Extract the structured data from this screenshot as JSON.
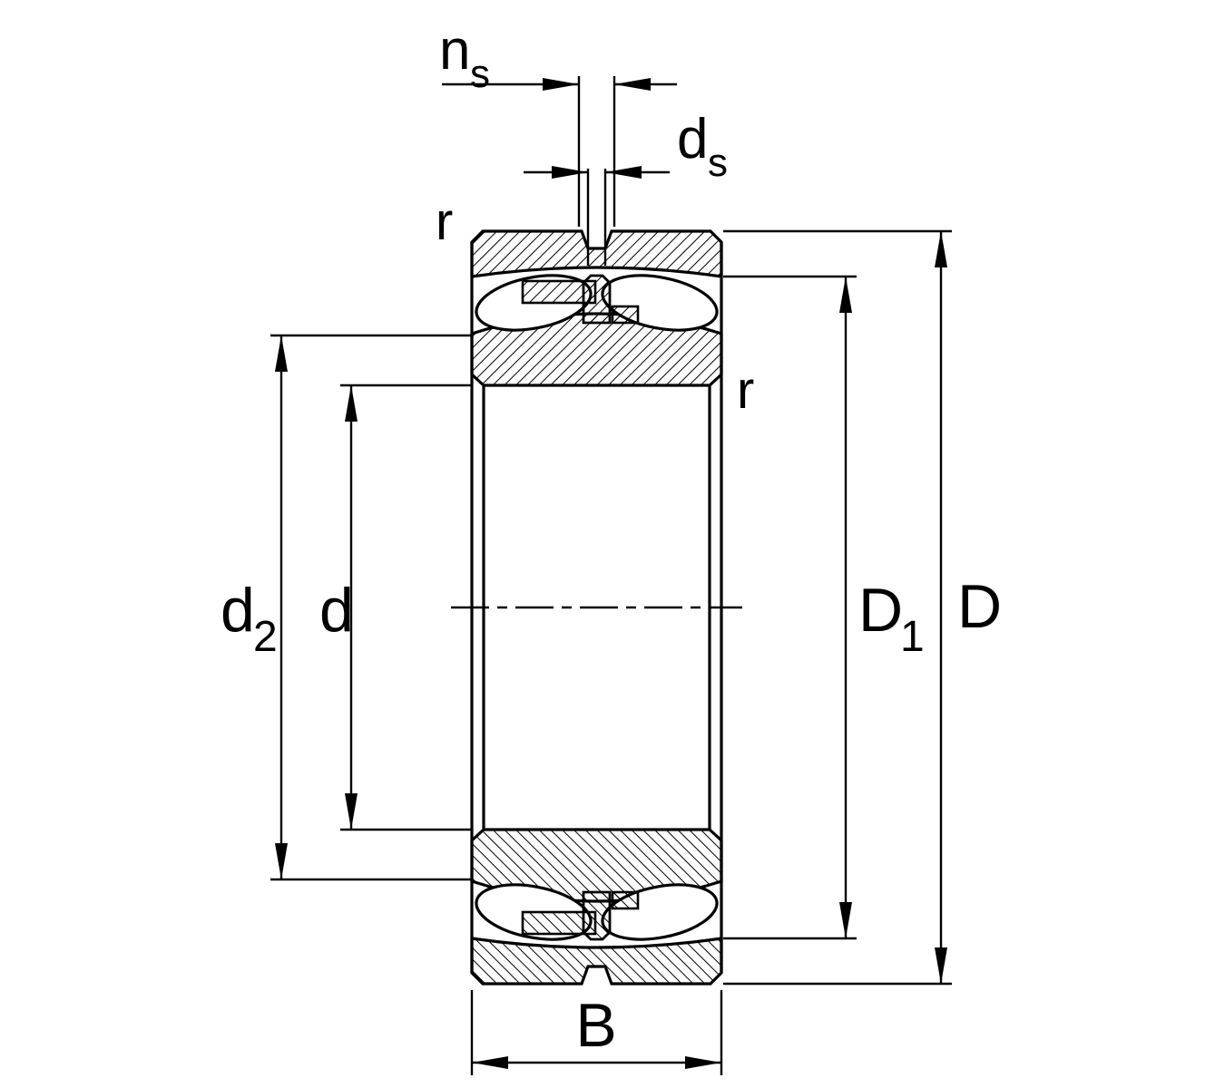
{
  "diagram": {
    "subject": "spherical-roller-bearing-cross-section",
    "colors": {
      "line": "#000000",
      "background": "#ffffff"
    },
    "dimensions": {
      "ns": {
        "main": "n",
        "sub": "s"
      },
      "ds": {
        "main": "d",
        "sub": "s"
      },
      "r_outer": "r",
      "r_inner": "r",
      "d2": {
        "main": "d",
        "sub": "2"
      },
      "d": "d",
      "D1": {
        "main": "D",
        "sub": "1"
      },
      "D": "D",
      "B": "B"
    }
  }
}
